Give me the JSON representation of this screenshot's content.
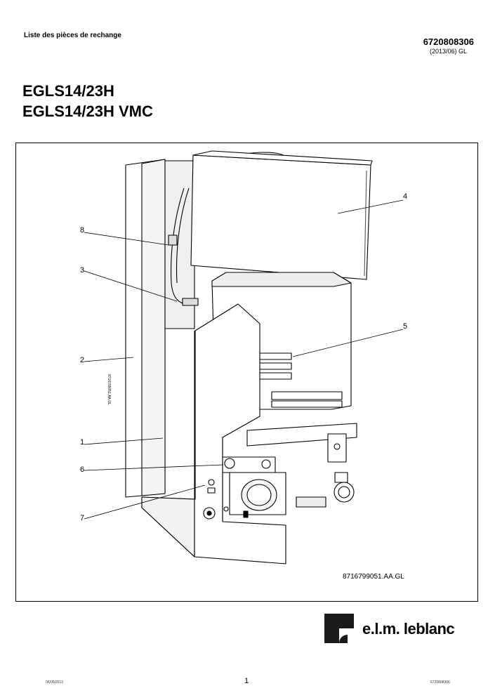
{
  "header": {
    "left_title": "Liste des pièces de rechange",
    "doc_number": "6720808306",
    "doc_version": "(2013/06) GL"
  },
  "titles": [
    "EGLS14/23H",
    "EGLS14/23H VMC"
  ],
  "diagram": {
    "callouts": [
      "1",
      "2",
      "3",
      "4",
      "5",
      "6",
      "7",
      "8"
    ],
    "side_code": "8716799051.AA.GL",
    "figure_ref": "8716799051.AA.GL"
  },
  "logo": {
    "text": "e.l.m. leblanc"
  },
  "footer": {
    "date": "06/05/2013",
    "page": "1",
    "doc_number": "6720808306"
  }
}
